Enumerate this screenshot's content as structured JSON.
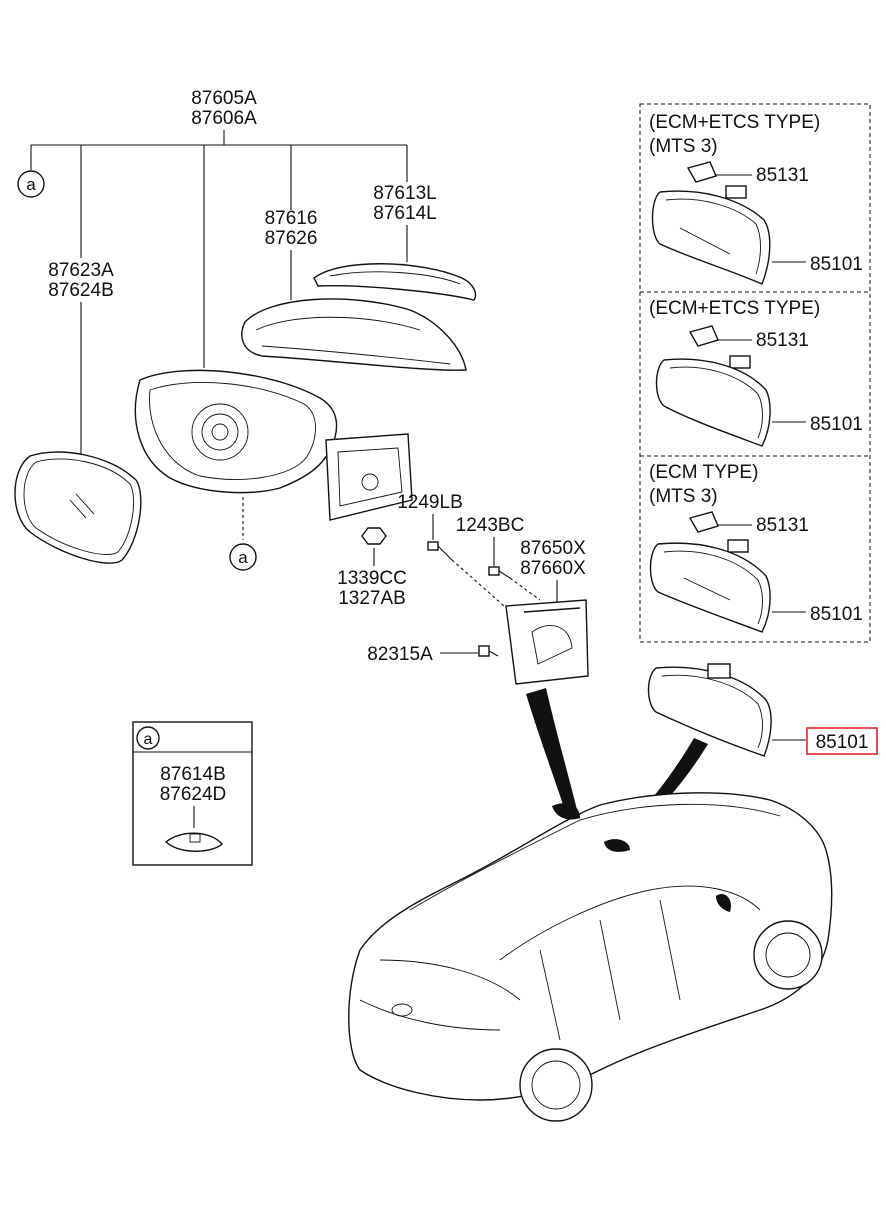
{
  "labels": {
    "assy_a": "87605A",
    "assy_b": "87606A",
    "mirror_glass_a": "87623A",
    "mirror_glass_b": "87624B",
    "cover_a": "87616",
    "cover_b": "87626",
    "lamp_a": "87613L",
    "lamp_b": "87614L",
    "screw_1249": "1249LB",
    "screw_1243": "1243BC",
    "bracket_a": "87650X",
    "bracket_b": "87660X",
    "nut_a": "1339CC",
    "nut_b": "1327AB",
    "grommet": "82315A",
    "callout_a": "a",
    "inset_part_a": "87614B",
    "inset_part_b": "87624D",
    "inner_mirror": "85101",
    "inner_mirror_highlight": "85101"
  },
  "variant_boxes": [
    {
      "type_line1": "(ECM+ETCS TYPE)",
      "type_line2": "(MTS 3)",
      "cover_part": "85131",
      "mirror_part": "85101"
    },
    {
      "type_line1": "(ECM+ETCS TYPE)",
      "type_line2": "",
      "cover_part": "85131",
      "mirror_part": "85101"
    },
    {
      "type_line1": "(ECM TYPE)",
      "type_line2": "(MTS 3)",
      "cover_part": "85131",
      "mirror_part": "85101"
    }
  ],
  "colors": {
    "highlight_box": "#e0262b",
    "line": "#111111"
  }
}
